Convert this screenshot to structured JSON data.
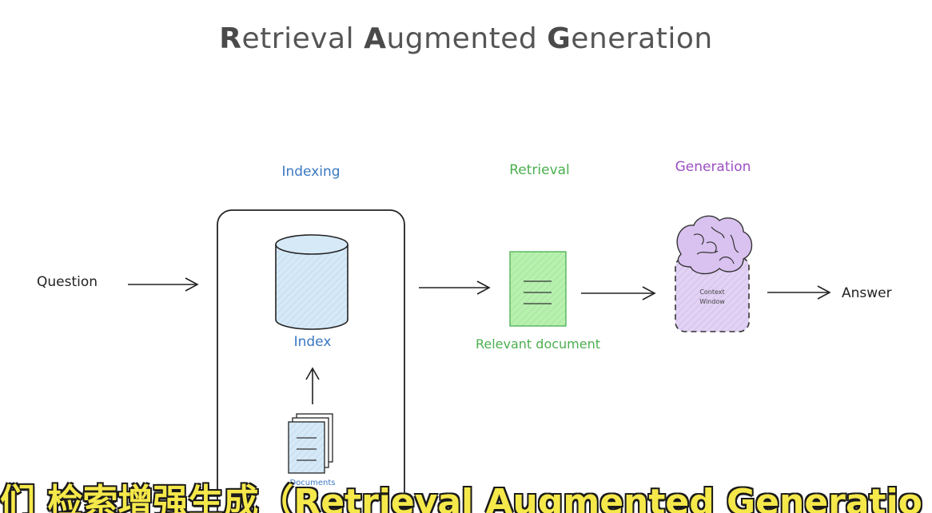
{
  "title": {
    "part1_bold": "R",
    "part1_rest": "etrieval ",
    "part2_bold": "A",
    "part2_rest": "ugmented ",
    "part3_bold": "G",
    "part3_rest": "eneration"
  },
  "stages": {
    "indexing": "Indexing",
    "retrieval": "Retrieval",
    "generation": "Generation"
  },
  "nodes": {
    "question": "Question",
    "index": "Index",
    "documents": "Documents",
    "relevant_document": "Relevant document",
    "context_window_line1": "Context",
    "context_window_line2": "Window",
    "answer": "Answer"
  },
  "subtitle": "们 检索增强生成（Retrieval Augmented Generatio",
  "colors": {
    "indexing": "#3a78c2",
    "retrieval": "#4caf50",
    "generation": "#9c4fc4",
    "doc_fill": "#b8f0b0",
    "brain_fill": "#d9c2f0",
    "index_fill": "#d6e9f7"
  }
}
